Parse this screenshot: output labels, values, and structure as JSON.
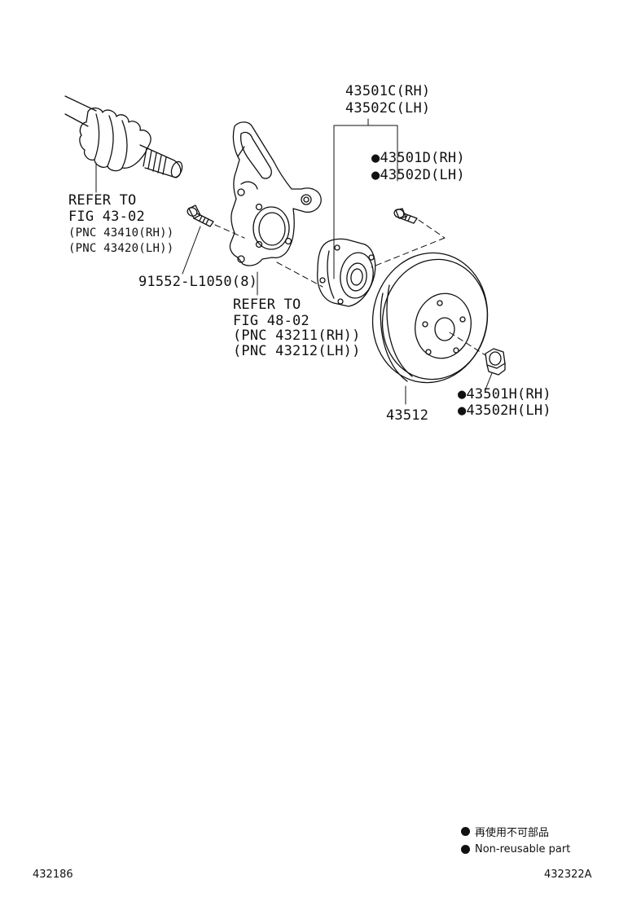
{
  "labels": {
    "driveshaft_refer": [
      "REFER TO",
      "FIG 43-02",
      "(PNC 43410(RH))",
      "(PNC 43420(LH))"
    ],
    "bolt": "91552-L1050(8)",
    "knuckle_refer": [
      "REFER TO",
      "FIG 48-02",
      "(PNC 43211(RH))",
      "(PNC 43212(LH))"
    ],
    "hub_assy": [
      "43501C(RH)",
      "43502C(LH)"
    ],
    "hub_bolt": [
      "43501D(RH)",
      "43502D(LH)"
    ],
    "disc": "43512",
    "nut": [
      "43501H(RH)",
      "43502H(LH)"
    ]
  },
  "legend": {
    "jp": "再使用不可部品",
    "en": "Non-reusable part"
  },
  "footer": {
    "left": "432186",
    "right": "432322A"
  }
}
